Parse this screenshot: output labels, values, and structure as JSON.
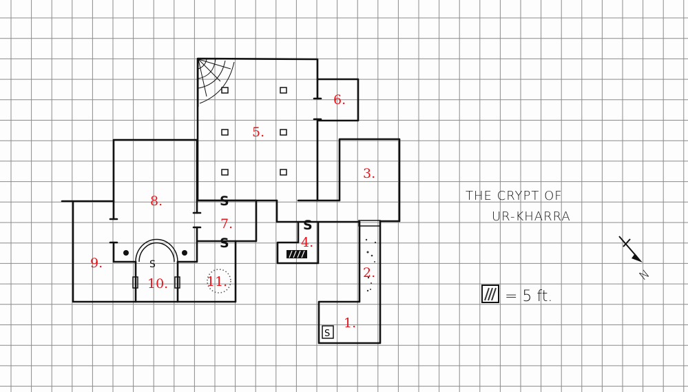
{
  "map": {
    "title_line1": "THE CRYPT OF",
    "title_line2": "UR-KHARRA",
    "legend": {
      "text": "= 5 ft."
    },
    "compass": {
      "label": "N"
    },
    "secret_door_mark": "S",
    "rooms": [
      {
        "label": "1."
      },
      {
        "label": "2."
      },
      {
        "label": "3."
      },
      {
        "label": "4."
      },
      {
        "label": "5."
      },
      {
        "label": "6."
      },
      {
        "label": "7."
      },
      {
        "label": "8."
      },
      {
        "label": "9."
      },
      {
        "label": "10."
      },
      {
        "label": "11."
      }
    ],
    "colors": {
      "room_label": "#e8141a",
      "ink": "#111111",
      "grid": "#8a8a8a"
    }
  }
}
